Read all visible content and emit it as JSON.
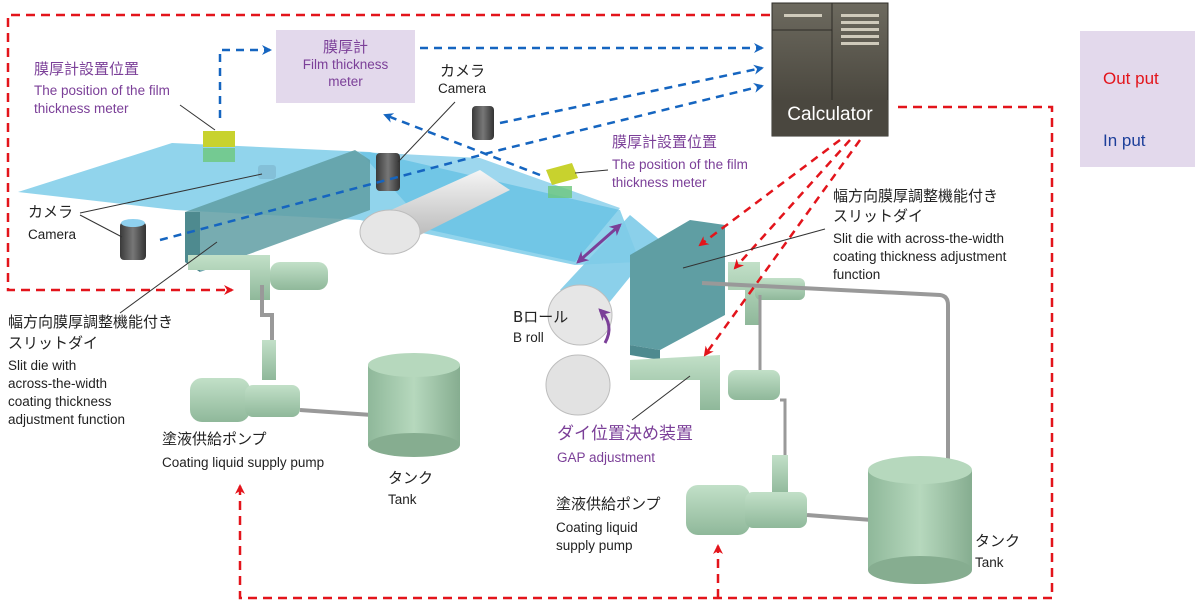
{
  "diagram": {
    "title": "Slit die coating system with film thickness feedback control",
    "colors": {
      "output_arrow": "#e3141b",
      "input_arrow": "#1565c0",
      "film": "#6cc5e6",
      "die": "#5f9ea3",
      "equipment": "#a8cdb0",
      "roll": "#e8e8e8",
      "calculator": "#5b574c",
      "label_purple": "#7b3f98",
      "legend_bg": "#e3d9ec"
    },
    "legend": {
      "output_label": "Out put",
      "input_label": "In put"
    },
    "calculator": {
      "label": "Calculator",
      "icon": "computer-tower-icon"
    },
    "film_thickness_meter_box": {
      "ja": "膜厚計",
      "en_line1": "Film thickness",
      "en_line2": "meter"
    },
    "labels": {
      "meter_position_left": {
        "ja": "膜厚計設置位置",
        "en_line1": "The position of the film",
        "en_line2": "thickness meter"
      },
      "meter_position_right": {
        "ja": "膜厚計設置位置",
        "en_line1": "The position of the film",
        "en_line2": "thickness meter"
      },
      "camera_top": {
        "ja": "カメラ",
        "en": "Camera"
      },
      "camera_left": {
        "ja": "カメラ",
        "en": "Camera"
      },
      "slit_die_left": {
        "ja_line1": "幅方向膜厚調整機能付き",
        "ja_line2": "スリットダイ",
        "en_line1": "Slit die with",
        "en_line2": "across-the-width",
        "en_line3": "coating thickness",
        "en_line4": "adjustment function"
      },
      "slit_die_right": {
        "ja_line1": "幅方向膜厚調整機能付き",
        "ja_line2": "スリットダイ",
        "en_line1": "Slit die with across-the-width",
        "en_line2": "coating thickness adjustment",
        "en_line3": "function"
      },
      "b_roll": {
        "ja": "Bロール",
        "en": "B roll"
      },
      "gap_adjustment": {
        "ja": "ダイ位置決め装置",
        "en": "GAP adjustment"
      },
      "pump_left": {
        "ja": "塗液供給ポンプ",
        "en": "Coating liquid supply pump"
      },
      "pump_right": {
        "ja": "塗液供給ポンプ",
        "en_line1": "Coating liquid",
        "en_line2": "supply pump"
      },
      "tank_left": {
        "ja": "タンク",
        "en": "Tank"
      },
      "tank_right": {
        "ja": "タンク",
        "en": "Tank"
      }
    }
  }
}
